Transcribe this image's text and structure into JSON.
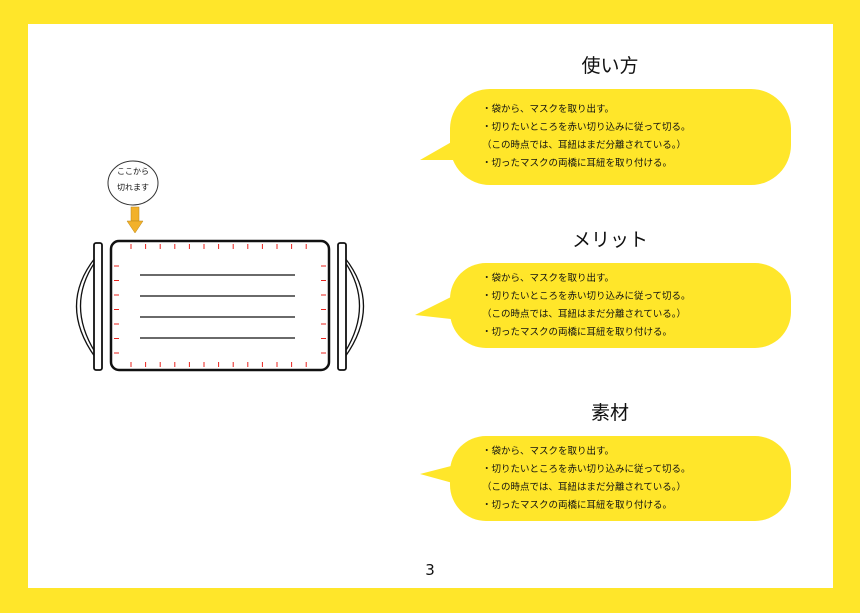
{
  "sections": [
    {
      "heading": "使い方",
      "lines": [
        "・袋から、マスクを取り出す。",
        "・切りたいところを赤い切り込みに従って切る。",
        "（この時点では、耳紐はまだ分離されている。）",
        "・切ったマスクの両橋に耳紐を取り付ける。"
      ]
    },
    {
      "heading": "メリット",
      "lines": [
        "・袋から、マスクを取り出す。",
        "・切りたいところを赤い切り込みに従って切る。",
        "（この時点では、耳紐はまだ分離されている。）",
        "・切ったマスクの両橋に耳紐を取り付ける。"
      ]
    },
    {
      "heading": "素材",
      "lines": [
        "・袋から、マスクを取り出す。",
        "・切りたいところを赤い切り込みに従って切る。",
        "（この時点では、耳紐はまだ分離されている。）",
        "・切ったマスクの両橋に耳紐を取り付ける。"
      ]
    }
  ],
  "callout": {
    "line1": "ここから",
    "line2": "切れます"
  },
  "page_number": "3",
  "colors": {
    "frame": "#FFE62A",
    "bubble": "#FFE62A",
    "arrow": "#F2B12A",
    "cut_marks": "#E8231E"
  }
}
